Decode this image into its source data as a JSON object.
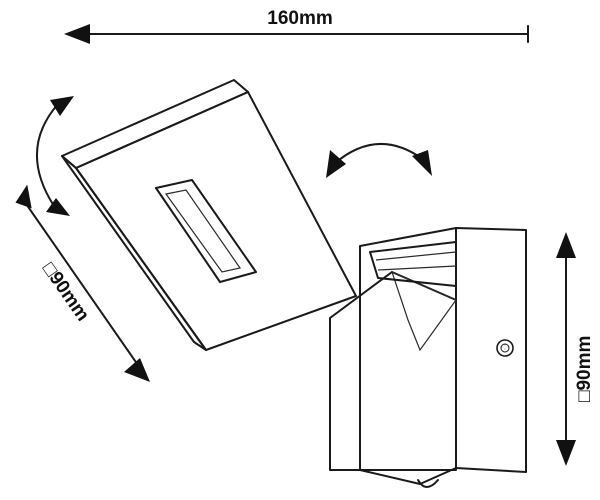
{
  "dimensions": {
    "width_label": "160mm",
    "depth_label": "□90mm",
    "height_label": "□90mm"
  },
  "icons": {
    "rotate_head": "curved-double-arrow-icon",
    "swivel_arm": "curved-double-arrow-icon"
  },
  "colors": {
    "ink": "#1a1a1a",
    "paper": "#ffffff"
  }
}
